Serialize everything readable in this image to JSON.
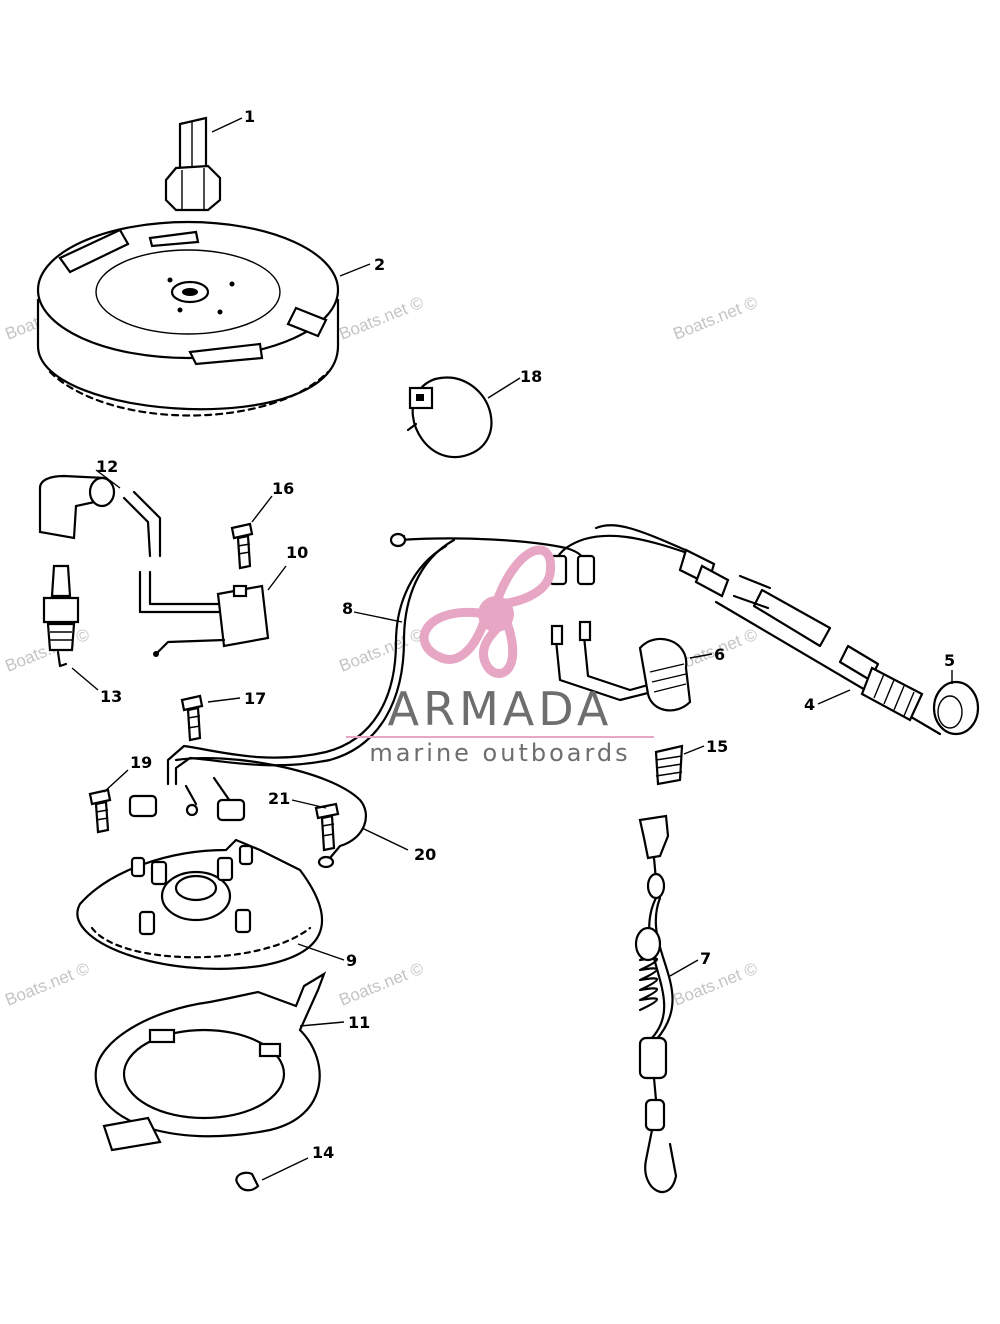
{
  "callouts": [
    {
      "id": "1",
      "text": "1"
    },
    {
      "id": "2",
      "text": "2"
    },
    {
      "id": "4",
      "text": "4"
    },
    {
      "id": "5",
      "text": "5"
    },
    {
      "id": "6",
      "text": "6"
    },
    {
      "id": "7",
      "text": "7"
    },
    {
      "id": "8",
      "text": "8"
    },
    {
      "id": "9",
      "text": "9"
    },
    {
      "id": "10",
      "text": "10"
    },
    {
      "id": "11",
      "text": "11"
    },
    {
      "id": "12",
      "text": "12"
    },
    {
      "id": "13",
      "text": "13"
    },
    {
      "id": "14",
      "text": "14"
    },
    {
      "id": "15",
      "text": "15"
    },
    {
      "id": "16",
      "text": "16"
    },
    {
      "id": "17",
      "text": "17"
    },
    {
      "id": "18",
      "text": "18"
    },
    {
      "id": "19",
      "text": "19"
    },
    {
      "id": "20",
      "text": "20"
    },
    {
      "id": "21",
      "text": "21"
    }
  ],
  "watermark": {
    "text": "Boats.net ©",
    "color": "#c4c4c4"
  },
  "brand": {
    "name": "ARMADA",
    "tagline": "marine outboards",
    "text_color": "#6e6e6e",
    "accent_color": "#e6a6c4",
    "icon": "propeller-icon"
  }
}
